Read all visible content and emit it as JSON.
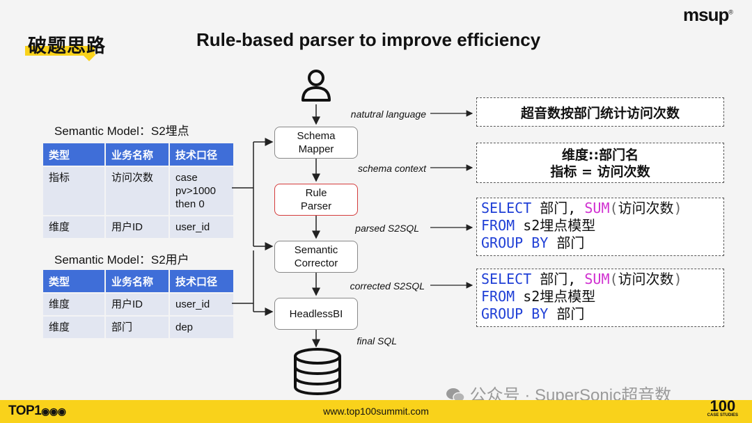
{
  "header": {
    "section_title": "破题思路",
    "main_title": "Rule-based parser to improve efficiency",
    "brand": "msup",
    "brand_mark": "®"
  },
  "models": [
    {
      "label": "Semantic Model：S2埋点",
      "columns": [
        "类型",
        "业务名称",
        "技术口径"
      ],
      "rows": [
        [
          "指标",
          "访问次数",
          "case\npv>1000\nthen 0"
        ],
        [
          "维度",
          "用户ID",
          "user_id"
        ]
      ]
    },
    {
      "label": "Semantic Model：S2用户",
      "columns": [
        "类型",
        "业务名称",
        "技术口径"
      ],
      "rows": [
        [
          "维度",
          "用户ID",
          "user_id"
        ],
        [
          "维度",
          "部门",
          "dep"
        ]
      ]
    }
  ],
  "flow": {
    "nodes": [
      "Schema\nMapper",
      "Rule\nParser",
      "Semantic\nCorrector",
      "HeadlessBI"
    ],
    "edge_labels": [
      "natutral language",
      "schema context",
      "parsed S2SQL",
      "corrected S2SQL",
      "final SQL"
    ]
  },
  "outputs": {
    "nl_query": "超音数按部门统计访问次数",
    "context_line1": "维度::部门名",
    "context_line2": "指标 = 访问次数",
    "sql1": {
      "select": "SELECT",
      "dim": "部门,",
      "fn": "SUM",
      "open": "(",
      "arg": "访问次数",
      "close": ")",
      "from": "FROM",
      "table": "s2埋点模型",
      "groupby": "GROUP BY",
      "groupcol": "部门"
    },
    "sql2": {
      "select": "SELECT",
      "dim": "部门,",
      "fn": "SUM",
      "open": "(",
      "arg": "访问次数",
      "close": ")",
      "from": "FROM",
      "table": "s2埋点模型",
      "groupby": "GROUP BY",
      "groupcol": "部门"
    }
  },
  "footer": {
    "logo_left": "TOP1",
    "url": "www.top100summit.com",
    "logo_right": "100",
    "logo_right_sub": "CASE STUDIES",
    "watermark": "公众号 · SuperSonic超音数"
  },
  "colors": {
    "accent_yellow": "#f9d21b",
    "table_header": "#3f6ed8",
    "table_cell": "#e2e6f1",
    "keyword_blue": "#1f3fd6",
    "function_magenta": "#d02fd0",
    "rule_parser_border": "#d43b3b"
  },
  "icons": [
    "user-icon",
    "database-icon",
    "wechat-icon"
  ]
}
